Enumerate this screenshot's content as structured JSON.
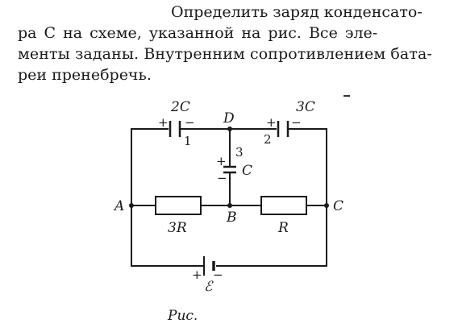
{
  "problem": {
    "line1": "Определить заряд конденсато-",
    "line2": "ра C на схеме, указанной на рис. Все эле-",
    "line3": "менты заданы. Внутренним сопротивлением бата-",
    "line4": "реи пренебречь."
  },
  "circuit": {
    "nodes": {
      "A": "A",
      "B": "B",
      "C": "C",
      "D": "D"
    },
    "cap1": {
      "value": "2C",
      "index": "1",
      "plus": "+",
      "minus": "−"
    },
    "cap2": {
      "value": "3C",
      "index": "2",
      "plus": "+",
      "minus": "−"
    },
    "cap3": {
      "value": "C",
      "index": "3",
      "plus": "+",
      "minus": "−"
    },
    "res_left": "3R",
    "res_right": "R",
    "battery": {
      "emf": "ℰ",
      "plus": "+",
      "minus": "−"
    }
  },
  "caption": "Рис."
}
